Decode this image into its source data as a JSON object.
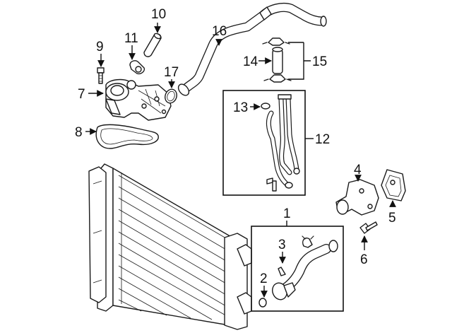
{
  "callouts": {
    "c1": "1",
    "c2": "2",
    "c3": "3",
    "c4": "4",
    "c5": "5",
    "c6": "6",
    "c7": "7",
    "c8": "8",
    "c9": "9",
    "c10": "10",
    "c11": "11",
    "c12": "12",
    "c13": "13",
    "c14": "14",
    "c15": "15",
    "c16": "16",
    "c17": "17"
  },
  "colors": {
    "ink": "#1a1a1a",
    "background": "#ffffff"
  }
}
